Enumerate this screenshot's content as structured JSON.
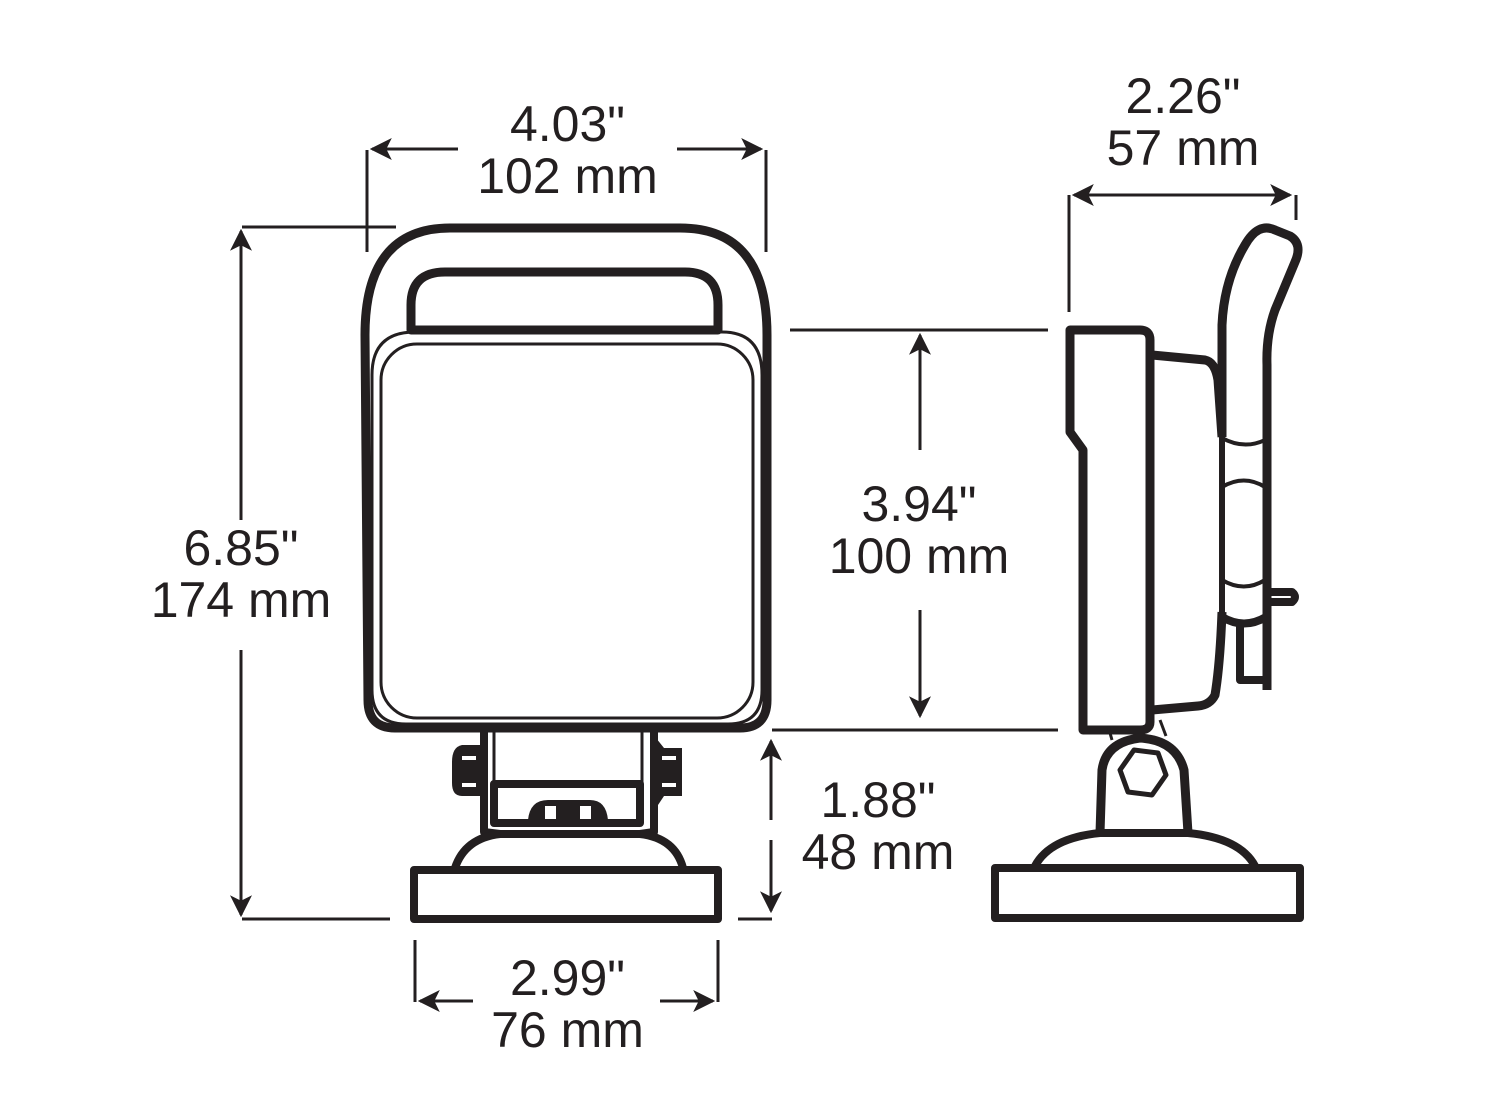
{
  "figure": {
    "type": "dimension-drawing",
    "subject": "work light with magnetic base",
    "stroke_color": "#231f20",
    "background": "#ffffff"
  },
  "views": {
    "front": {
      "dimensions": {
        "overall_width": {
          "inches": "4.03\"",
          "mm": "102 mm"
        },
        "overall_height": {
          "inches": "6.85\"",
          "mm": "174 mm"
        },
        "base_width": {
          "inches": "2.99\"",
          "mm": "76 mm"
        },
        "base_height": {
          "inches": "1.88\"",
          "mm": "48 mm"
        }
      }
    },
    "side": {
      "dimensions": {
        "depth": {
          "inches": "2.26\"",
          "mm": "57 mm"
        },
        "lens_height": {
          "inches": "3.94\"",
          "mm": "100 mm"
        }
      }
    }
  }
}
